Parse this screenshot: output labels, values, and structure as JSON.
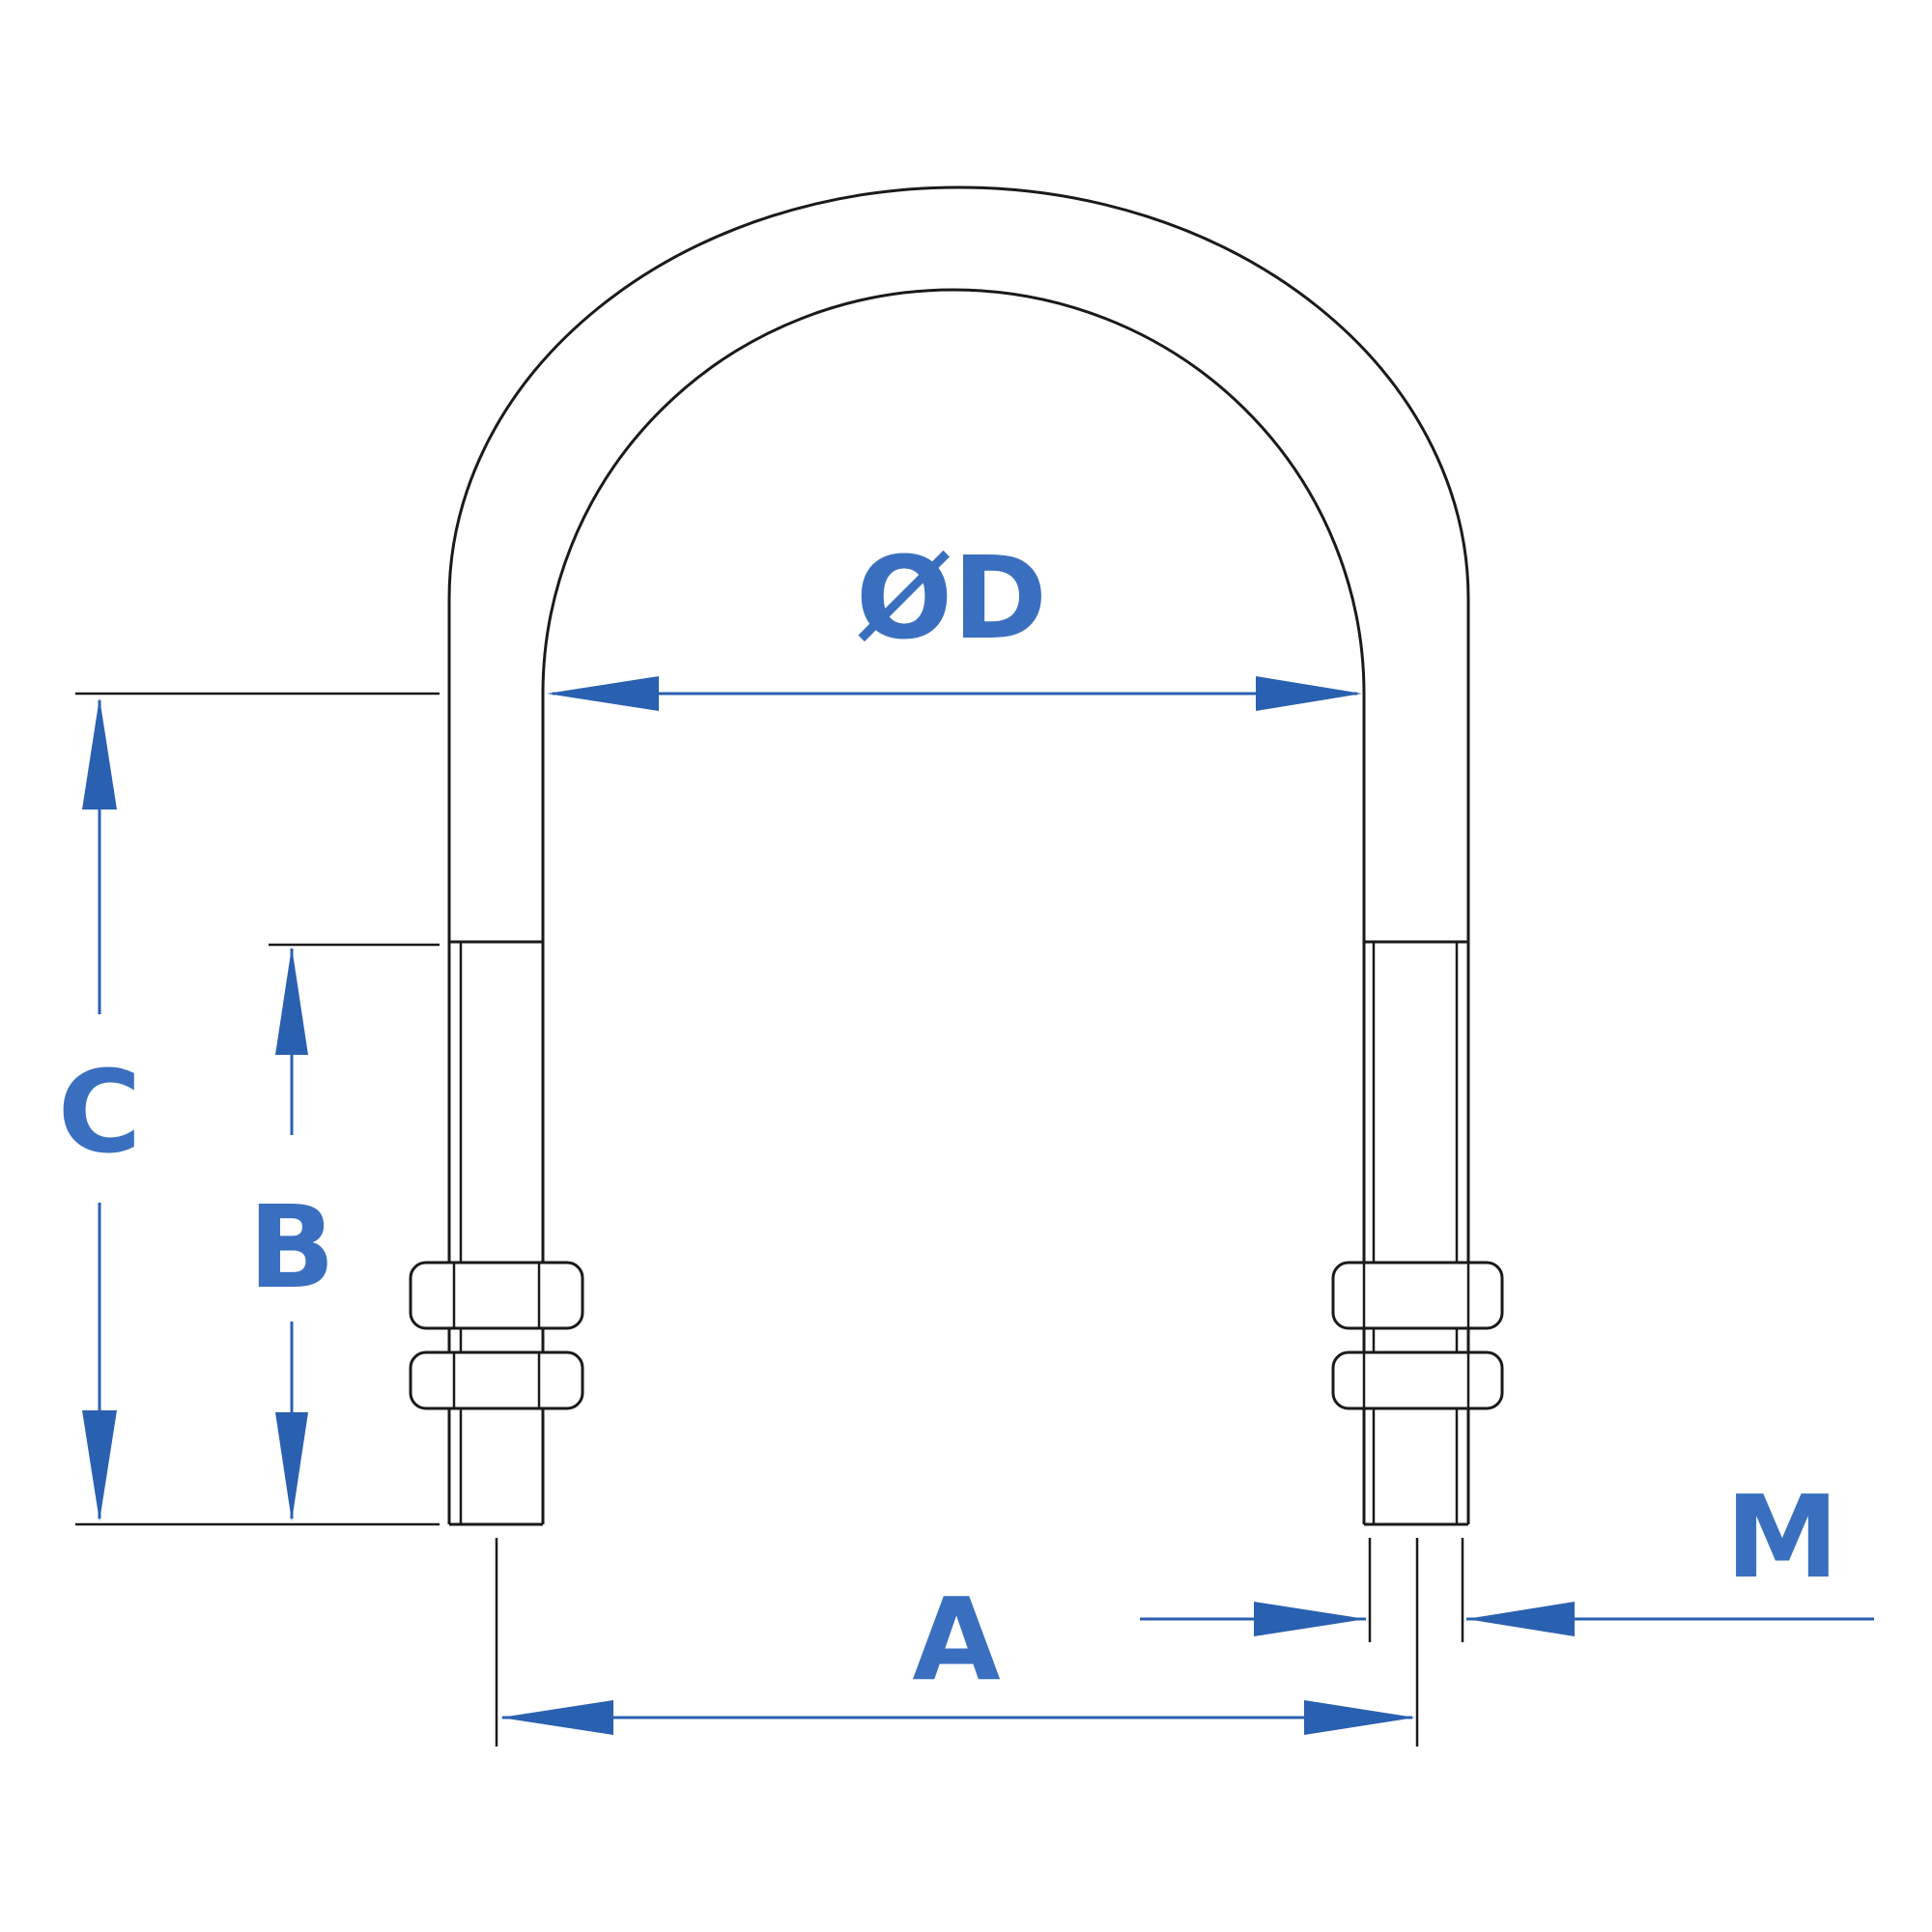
{
  "labels": {
    "diameter": "ØD",
    "c": "C",
    "b": "B",
    "a": "A",
    "m": "M"
  },
  "colors": {
    "dimension": "#3a6fc0",
    "outline": "#1a1a1a"
  }
}
